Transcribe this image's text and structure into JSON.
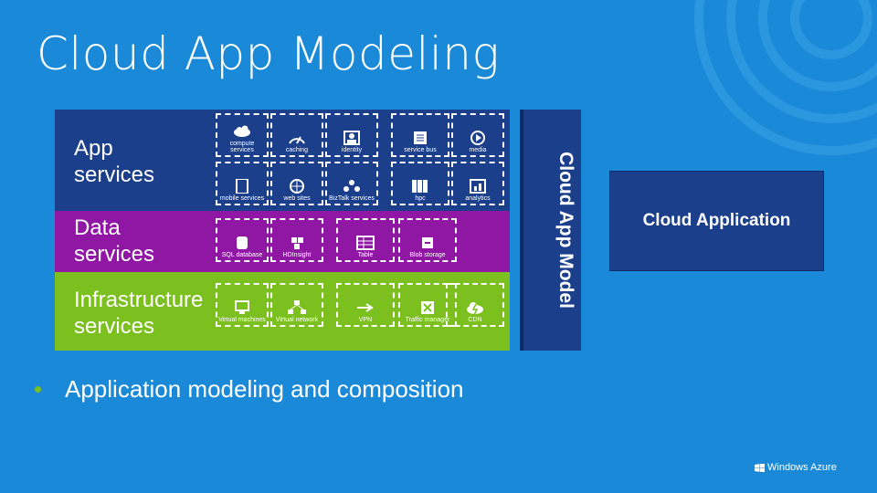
{
  "slide": {
    "title": "Cloud App Modeling",
    "bullet": "Application modeling and composition",
    "footer_logo": "Windows Azure",
    "model_bar_label": "Cloud App Model",
    "cloud_app_label": "Cloud Application"
  },
  "bands": {
    "app": {
      "label_line1": "App",
      "label_line2": "services",
      "tiles": [
        {
          "icon": "compute-icon",
          "label": "compute services"
        },
        {
          "icon": "caching-icon",
          "label": "caching"
        },
        {
          "icon": "identity-icon",
          "label": "identity"
        },
        {
          "icon": "service-bus-icon",
          "label": "service bus"
        },
        {
          "icon": "media-icon",
          "label": "media"
        },
        {
          "icon": "mobile-icon",
          "label": "mobile services"
        },
        {
          "icon": "web-sites-icon",
          "label": "web sites"
        },
        {
          "icon": "biztalk-icon",
          "label": "BizTalk services"
        },
        {
          "icon": "hpc-icon",
          "label": "hpc"
        },
        {
          "icon": "analytics-icon",
          "label": "analytics"
        }
      ]
    },
    "data": {
      "label_line1": "Data",
      "label_line2": "services",
      "tiles": [
        {
          "icon": "sql-database-icon",
          "label": "SQL database"
        },
        {
          "icon": "hdinsight-icon",
          "label": "HDInsight"
        },
        {
          "icon": "table-icon",
          "label": "Table"
        },
        {
          "icon": "blob-storage-icon",
          "label": "Blob storage"
        }
      ]
    },
    "infra": {
      "label_line1": "Infrastructure",
      "label_line2": "services",
      "tiles": [
        {
          "icon": "virtual-machines-icon",
          "label": "Virtual machines"
        },
        {
          "icon": "virtual-network-icon",
          "label": "Virtual network"
        },
        {
          "icon": "vpn-icon",
          "label": "VPN"
        },
        {
          "icon": "traffic-manager-icon",
          "label": "Traffic manager"
        },
        {
          "icon": "cdn-icon",
          "label": "CDN"
        }
      ]
    }
  },
  "colors": {
    "background": "#1a8ad8",
    "app_band": "#1c3f8c",
    "data_band": "#8f17a4",
    "infra_band": "#7bc01e",
    "bullet_dot": "#7bc01e"
  }
}
